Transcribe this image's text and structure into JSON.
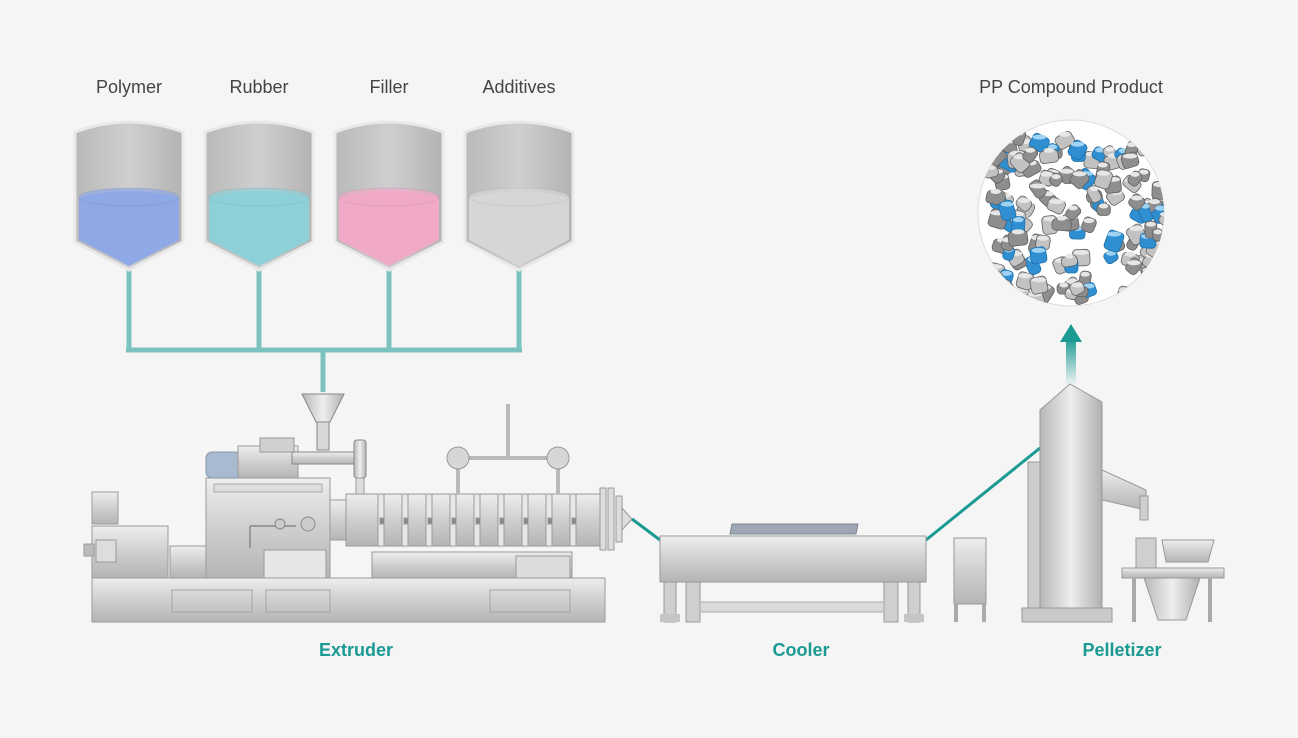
{
  "hoppers": [
    {
      "label": "Polymer",
      "fill": "#8fa8e6"
    },
    {
      "label": "Rubber",
      "fill": "#8ed0d8"
    },
    {
      "label": "Filler",
      "fill": "#f1a9c8"
    },
    {
      "label": "Additives",
      "fill": "#d6d6d6"
    }
  ],
  "product": {
    "label": "PP Compound Product"
  },
  "stages": {
    "extruder": "Extruder",
    "cooler": "Cooler",
    "pelletizer": "Pelletizer"
  },
  "colors": {
    "background": "#f5f5f5",
    "pipe": "#7cc3c0",
    "accent": "#1a9a93",
    "metal": "#c9c9c9"
  }
}
